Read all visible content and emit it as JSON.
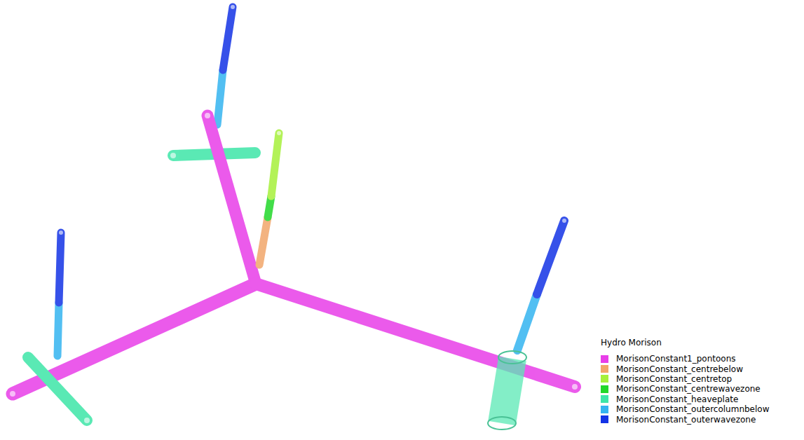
{
  "diagram": {
    "labels": [
      "Hydro Morison"
    ],
    "legend": [
      {
        "text": "MorisonConstant1_pontoons",
        "color": "#e83ee8"
      },
      {
        "text": "MorisonConstant_centrebelow",
        "color": "#f2a66a"
      },
      {
        "text": "MorisonConstant_centretop",
        "color": "#a6f03c"
      },
      {
        "text": "MorisonConstant_centrewavezone",
        "color": "#22d82a"
      },
      {
        "text": "MorisonConstant_heaveplate",
        "color": "#3ee6a8"
      },
      {
        "text": "MorisonConstant_outercolumnbelow",
        "color": "#35b4f0"
      },
      {
        "text": "MorisonConstant_outerwavezone",
        "color": "#1433e6"
      }
    ]
  }
}
